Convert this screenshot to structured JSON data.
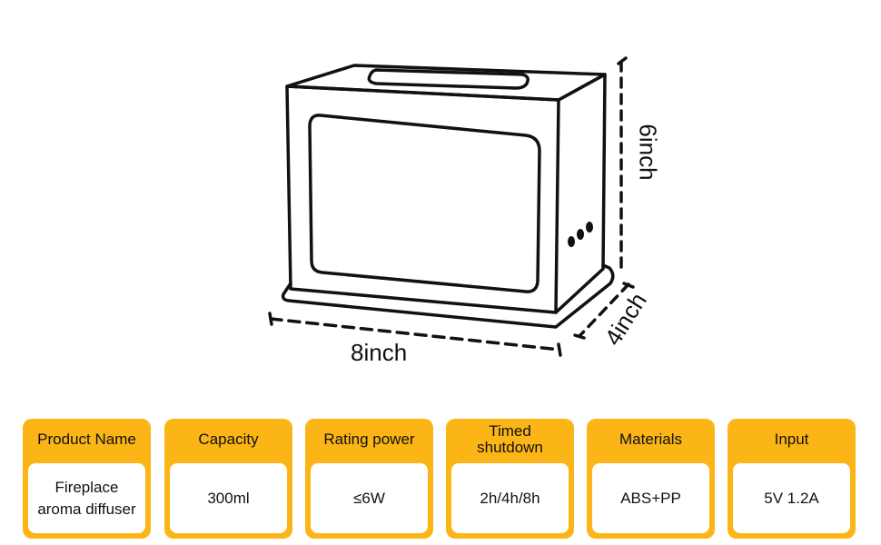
{
  "dimensions": {
    "width_label": "8inch",
    "height_label": "6inch",
    "depth_label": "4inch"
  },
  "specs": [
    {
      "label": "Product Name",
      "value": "Fireplace aroma diffuser"
    },
    {
      "label": "Capacity",
      "value": "300ml"
    },
    {
      "label": "Rating power",
      "value": "≤6W"
    },
    {
      "label": "Timed shutdown",
      "value": "2h/4h/8h"
    },
    {
      "label": "Materials",
      "value": "ABS+PP"
    },
    {
      "label": "Input",
      "value": "5V 1.2A"
    }
  ],
  "colors": {
    "accent": "#fbb516",
    "line": "#111111"
  }
}
